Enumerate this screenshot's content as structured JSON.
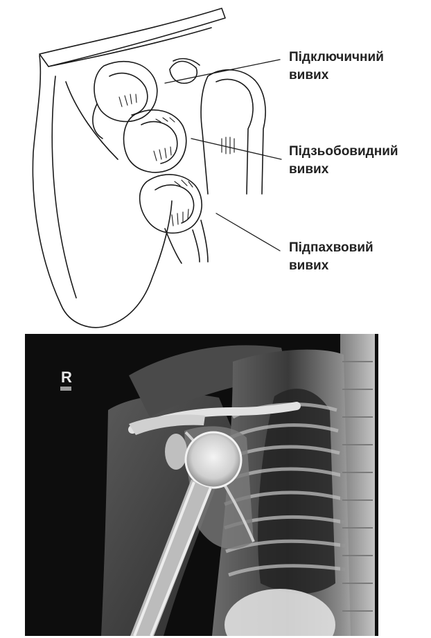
{
  "labels": {
    "subclavicular": {
      "line1": "Підключичний",
      "line2": "вивих"
    },
    "subcoracoid": {
      "line1": "Підзьобовидний",
      "line2": "вивих"
    },
    "axillary": {
      "line1": "Підпахвовий",
      "line2": "вивих"
    }
  },
  "xray": {
    "side_marker": "R"
  },
  "colors": {
    "line_art": "#1a1a1a",
    "label_text": "#222222",
    "xray_background": "#0d0d0d",
    "bone": "#e6e6e6"
  }
}
